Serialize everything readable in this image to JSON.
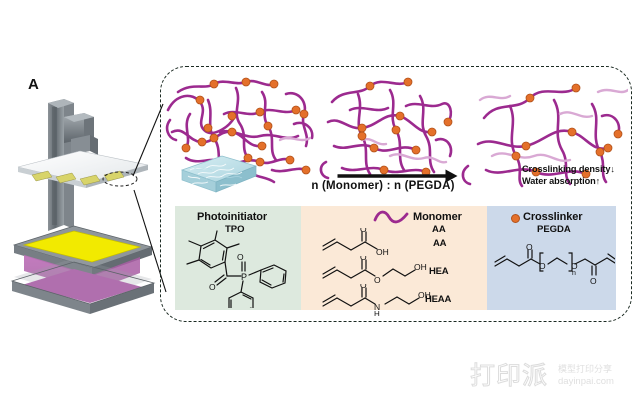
{
  "figure": {
    "panel_label": "A",
    "ratio_label": "n (Monomer) : n (PEGDA)",
    "property_lines": [
      "Crosslinking density↓",
      "Water absorption↑"
    ]
  },
  "printer": {
    "name": "dlp-3d-printer",
    "colors": {
      "frame": "#6f757a",
      "build_plate": "#f2f4f5",
      "resin_vat": "#f2ea00",
      "uv_projection": "#b563b0",
      "sample": "#d8d46a"
    }
  },
  "networks": [
    {
      "name": "dense-network",
      "density": "high",
      "crosslink_count": 18
    },
    {
      "name": "medium-network",
      "density": "medium",
      "crosslink_count": 12
    },
    {
      "name": "sparse-network",
      "density": "low",
      "crosslink_count": 9
    }
  ],
  "hydrogel_block": {
    "name": "printed-hydrogel-sample",
    "color": "#b9dce4"
  },
  "legend": {
    "photoinitiator": {
      "title": "Photoinitiator",
      "subtitle": "TPO",
      "panel_color": "#dde9de"
    },
    "monomer": {
      "title": "Monomer",
      "subtitle": "AA",
      "panel_color": "#fbe9d7",
      "marker": "purple-wave",
      "items": [
        {
          "name": "AA",
          "group_label": "OH"
        },
        {
          "name": "HEA",
          "group_label": "OH"
        },
        {
          "name": "HEAA",
          "group_label": "OH"
        }
      ]
    },
    "crosslinker": {
      "title": "Crosslinker",
      "subtitle": "PEGDA",
      "panel_color": "#ccd9ea",
      "marker": "orange-dot",
      "repeat_label": "n"
    }
  },
  "chem_labels": {
    "oxygen": "O",
    "phosphorus": "P",
    "nitrogen": "N",
    "hydrogen": "H",
    "hydroxyl": "OH",
    "repeat_n": "n"
  },
  "watermark": {
    "logo_text": "打印派",
    "tagline": "模型打印分享",
    "url": "dayinpai.com"
  },
  "colors": {
    "chain": "#9c2a8f",
    "chain_light": "#d9a9d4",
    "crosslink": "#e4702a",
    "border": "#1b2a22"
  }
}
